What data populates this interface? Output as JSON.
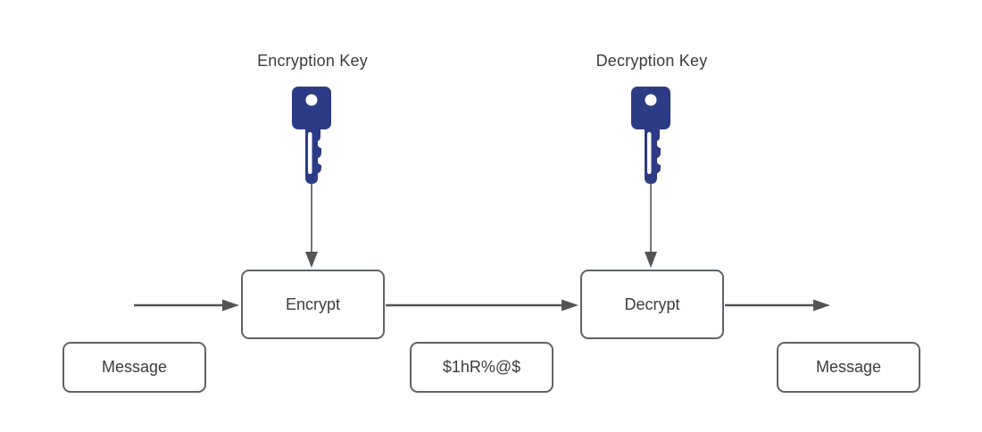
{
  "diagram": {
    "encryption_key_label": "Encryption Key",
    "decryption_key_label": "Decryption Key",
    "encrypt_box_label": "Encrypt",
    "decrypt_box_label": "Decrypt",
    "message_input_label": "Message",
    "ciphertext_label": "$1hR%@$",
    "message_output_label": "Message"
  },
  "icons": {
    "encryption_key": "key-icon",
    "decryption_key": "key-icon"
  },
  "colors": {
    "background": "#ffffff",
    "key_fill": "#2d3a85",
    "line": "#545454",
    "box_border": "#5f6368",
    "box_fill": "#ffffff",
    "text": "#3a3c3f"
  }
}
